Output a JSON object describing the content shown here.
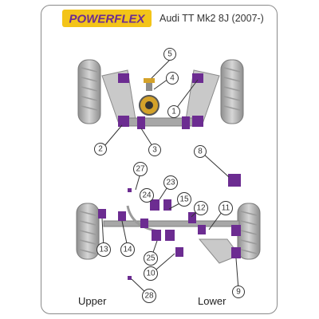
{
  "brand": {
    "logo_text": "POWERFLEX"
  },
  "vehicle": {
    "model": "Audi TT Mk2 8J (2007-)"
  },
  "colors": {
    "bush": "#6c2c91",
    "bush_dark": "#4a1d66",
    "tyre": "#b7b7b7",
    "arm": "#c9c9c9",
    "steel": "#8c8c8c",
    "hub": "#d4a22a"
  },
  "front_callouts": [
    "1",
    "2",
    "3",
    "4",
    "5"
  ],
  "rear_callouts": [
    "8",
    "9",
    "10",
    "11",
    "12",
    "13",
    "14",
    "15",
    "23",
    "24",
    "25",
    "27",
    "28"
  ],
  "views": {
    "upper": "Upper",
    "lower": "Lower"
  }
}
